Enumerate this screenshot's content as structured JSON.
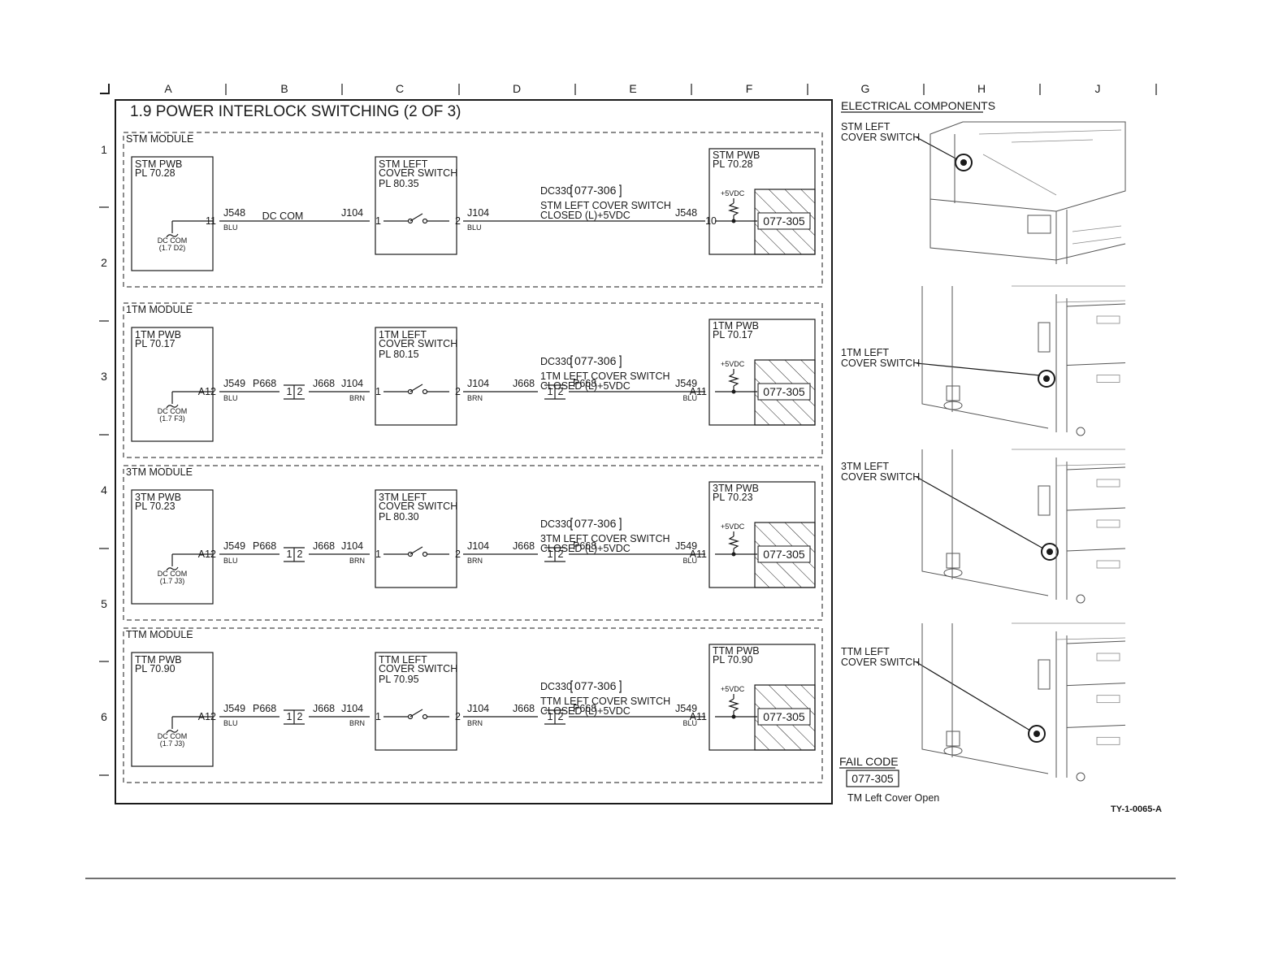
{
  "grid": {
    "columns": [
      "A",
      "B",
      "C",
      "D",
      "E",
      "F",
      "G",
      "H",
      "J"
    ],
    "rows": [
      "1",
      "2",
      "3",
      "4",
      "5",
      "6"
    ]
  },
  "title": "1.9 POWER INTERLOCK SWITCHING (2 OF 3)",
  "modules": [
    {
      "module_label": "STM MODULE",
      "pwb_left": [
        "STM PWB",
        "PL 70.28"
      ],
      "dc_com": [
        "DC COM",
        "(1.7 D2)"
      ],
      "left_pin": "11",
      "j_left": "J548",
      "wire1_color": "BLU",
      "dc_com_wire": "DC COM",
      "p_left": "",
      "j2_left": "",
      "j104_left": "J104",
      "j104_color": "",
      "switch": [
        "STM LEFT",
        "COVER SWITCH",
        "PL 80.35"
      ],
      "sw_pin1": "1",
      "sw_pin2": "2",
      "j104_right": "J104",
      "j104_right_color": "BLU",
      "j668_right": "",
      "p668_right": "",
      "j_right": "J548",
      "j_right_color": "",
      "right_pin": "10",
      "dc330": "DC330",
      "code_ref": "077-306",
      "signal": [
        "STM LEFT COVER SWITCH",
        "CLOSED (L)+5VDC"
      ],
      "pwb_right": [
        "STM PWB",
        "PL 70.28"
      ],
      "vdc": "+5VDC",
      "fail_box": "077-305",
      "conn_pin_a": "",
      "conn_pin_b": ""
    },
    {
      "module_label": "1TM MODULE",
      "pwb_left": [
        "1TM PWB",
        "PL 70.17"
      ],
      "dc_com": [
        "DC COM",
        "(1.7 F3)"
      ],
      "left_pin": "A12",
      "j_left": "J549",
      "wire1_color": "BLU",
      "dc_com_wire": "",
      "p_left": "P668",
      "j2_left": "J668",
      "j104_left": "J104",
      "j104_color": "BRN",
      "switch": [
        "1TM LEFT",
        "COVER SWITCH",
        "PL 80.15"
      ],
      "sw_pin1": "1",
      "sw_pin2": "2",
      "j104_right": "J104",
      "j104_right_color": "BRN",
      "j668_right": "J668",
      "p668_right": "P668",
      "j_right": "J549",
      "j_right_color": "BLU",
      "right_pin": "A11",
      "dc330": "DC330",
      "code_ref": "077-306",
      "signal": [
        "1TM LEFT COVER SWITCH",
        "CLOSED (L)+5VDC"
      ],
      "pwb_right": [
        "1TM PWB",
        "PL 70.17"
      ],
      "vdc": "+5VDC",
      "fail_box": "077-305",
      "conn_pin_a": "1",
      "conn_pin_b": "2"
    },
    {
      "module_label": "3TM MODULE",
      "pwb_left": [
        "3TM PWB",
        "PL 70.23"
      ],
      "dc_com": [
        "DC COM",
        "(1.7 J3)"
      ],
      "left_pin": "A12",
      "j_left": "J549",
      "wire1_color": "BLU",
      "dc_com_wire": "",
      "p_left": "P668",
      "j2_left": "J668",
      "j104_left": "J104",
      "j104_color": "BRN",
      "switch": [
        "3TM LEFT",
        "COVER SWITCH",
        "PL 80.30"
      ],
      "sw_pin1": "1",
      "sw_pin2": "2",
      "j104_right": "J104",
      "j104_right_color": "BRN",
      "j668_right": "J668",
      "p668_right": "P668",
      "j_right": "J549",
      "j_right_color": "BLU",
      "right_pin": "A11",
      "dc330": "DC330",
      "code_ref": "077-306",
      "signal": [
        "3TM LEFT COVER SWITCH",
        "CLOSED (L)+5VDC"
      ],
      "pwb_right": [
        "3TM PWB",
        "PL 70.23"
      ],
      "vdc": "+5VDC",
      "fail_box": "077-305",
      "conn_pin_a": "1",
      "conn_pin_b": "2"
    },
    {
      "module_label": "TTM MODULE",
      "pwb_left": [
        "TTM PWB",
        "PL 70.90"
      ],
      "dc_com": [
        "DC COM",
        "(1.7 J3)"
      ],
      "left_pin": "A12",
      "j_left": "J549",
      "wire1_color": "BLU",
      "dc_com_wire": "",
      "p_left": "P668",
      "j2_left": "J668",
      "j104_left": "J104",
      "j104_color": "BRN",
      "switch": [
        "TTM LEFT",
        "COVER SWITCH",
        "PL 70.95"
      ],
      "sw_pin1": "1",
      "sw_pin2": "2",
      "j104_right": "J104",
      "j104_right_color": "BRN",
      "j668_right": "J668",
      "p668_right": "P668",
      "j_right": "J549",
      "j_right_color": "BLU",
      "right_pin": "A11",
      "dc330": "DC330",
      "code_ref": "077-306",
      "signal": [
        "TTM LEFT COVER SWITCH",
        "CLOSED (L)+5VDC"
      ],
      "pwb_right": [
        "TTM PWB",
        "PL 70.90"
      ],
      "vdc": "+5VDC",
      "fail_box": "077-305",
      "conn_pin_a": "1",
      "conn_pin_b": "2"
    }
  ],
  "components": {
    "heading": "ELECTRICAL COMPONENTS",
    "callouts": [
      [
        "STM LEFT",
        "COVER SWITCH"
      ],
      [
        "1TM LEFT",
        "COVER SWITCH"
      ],
      [
        "3TM LEFT",
        "COVER SWITCH"
      ],
      [
        "TTM LEFT",
        "COVER SWITCH"
      ]
    ]
  },
  "fail_code": {
    "heading": "FAIL CODE",
    "code": "077-305",
    "description": "TM Left Cover Open"
  },
  "figure_id": "TY-1-0065-A"
}
